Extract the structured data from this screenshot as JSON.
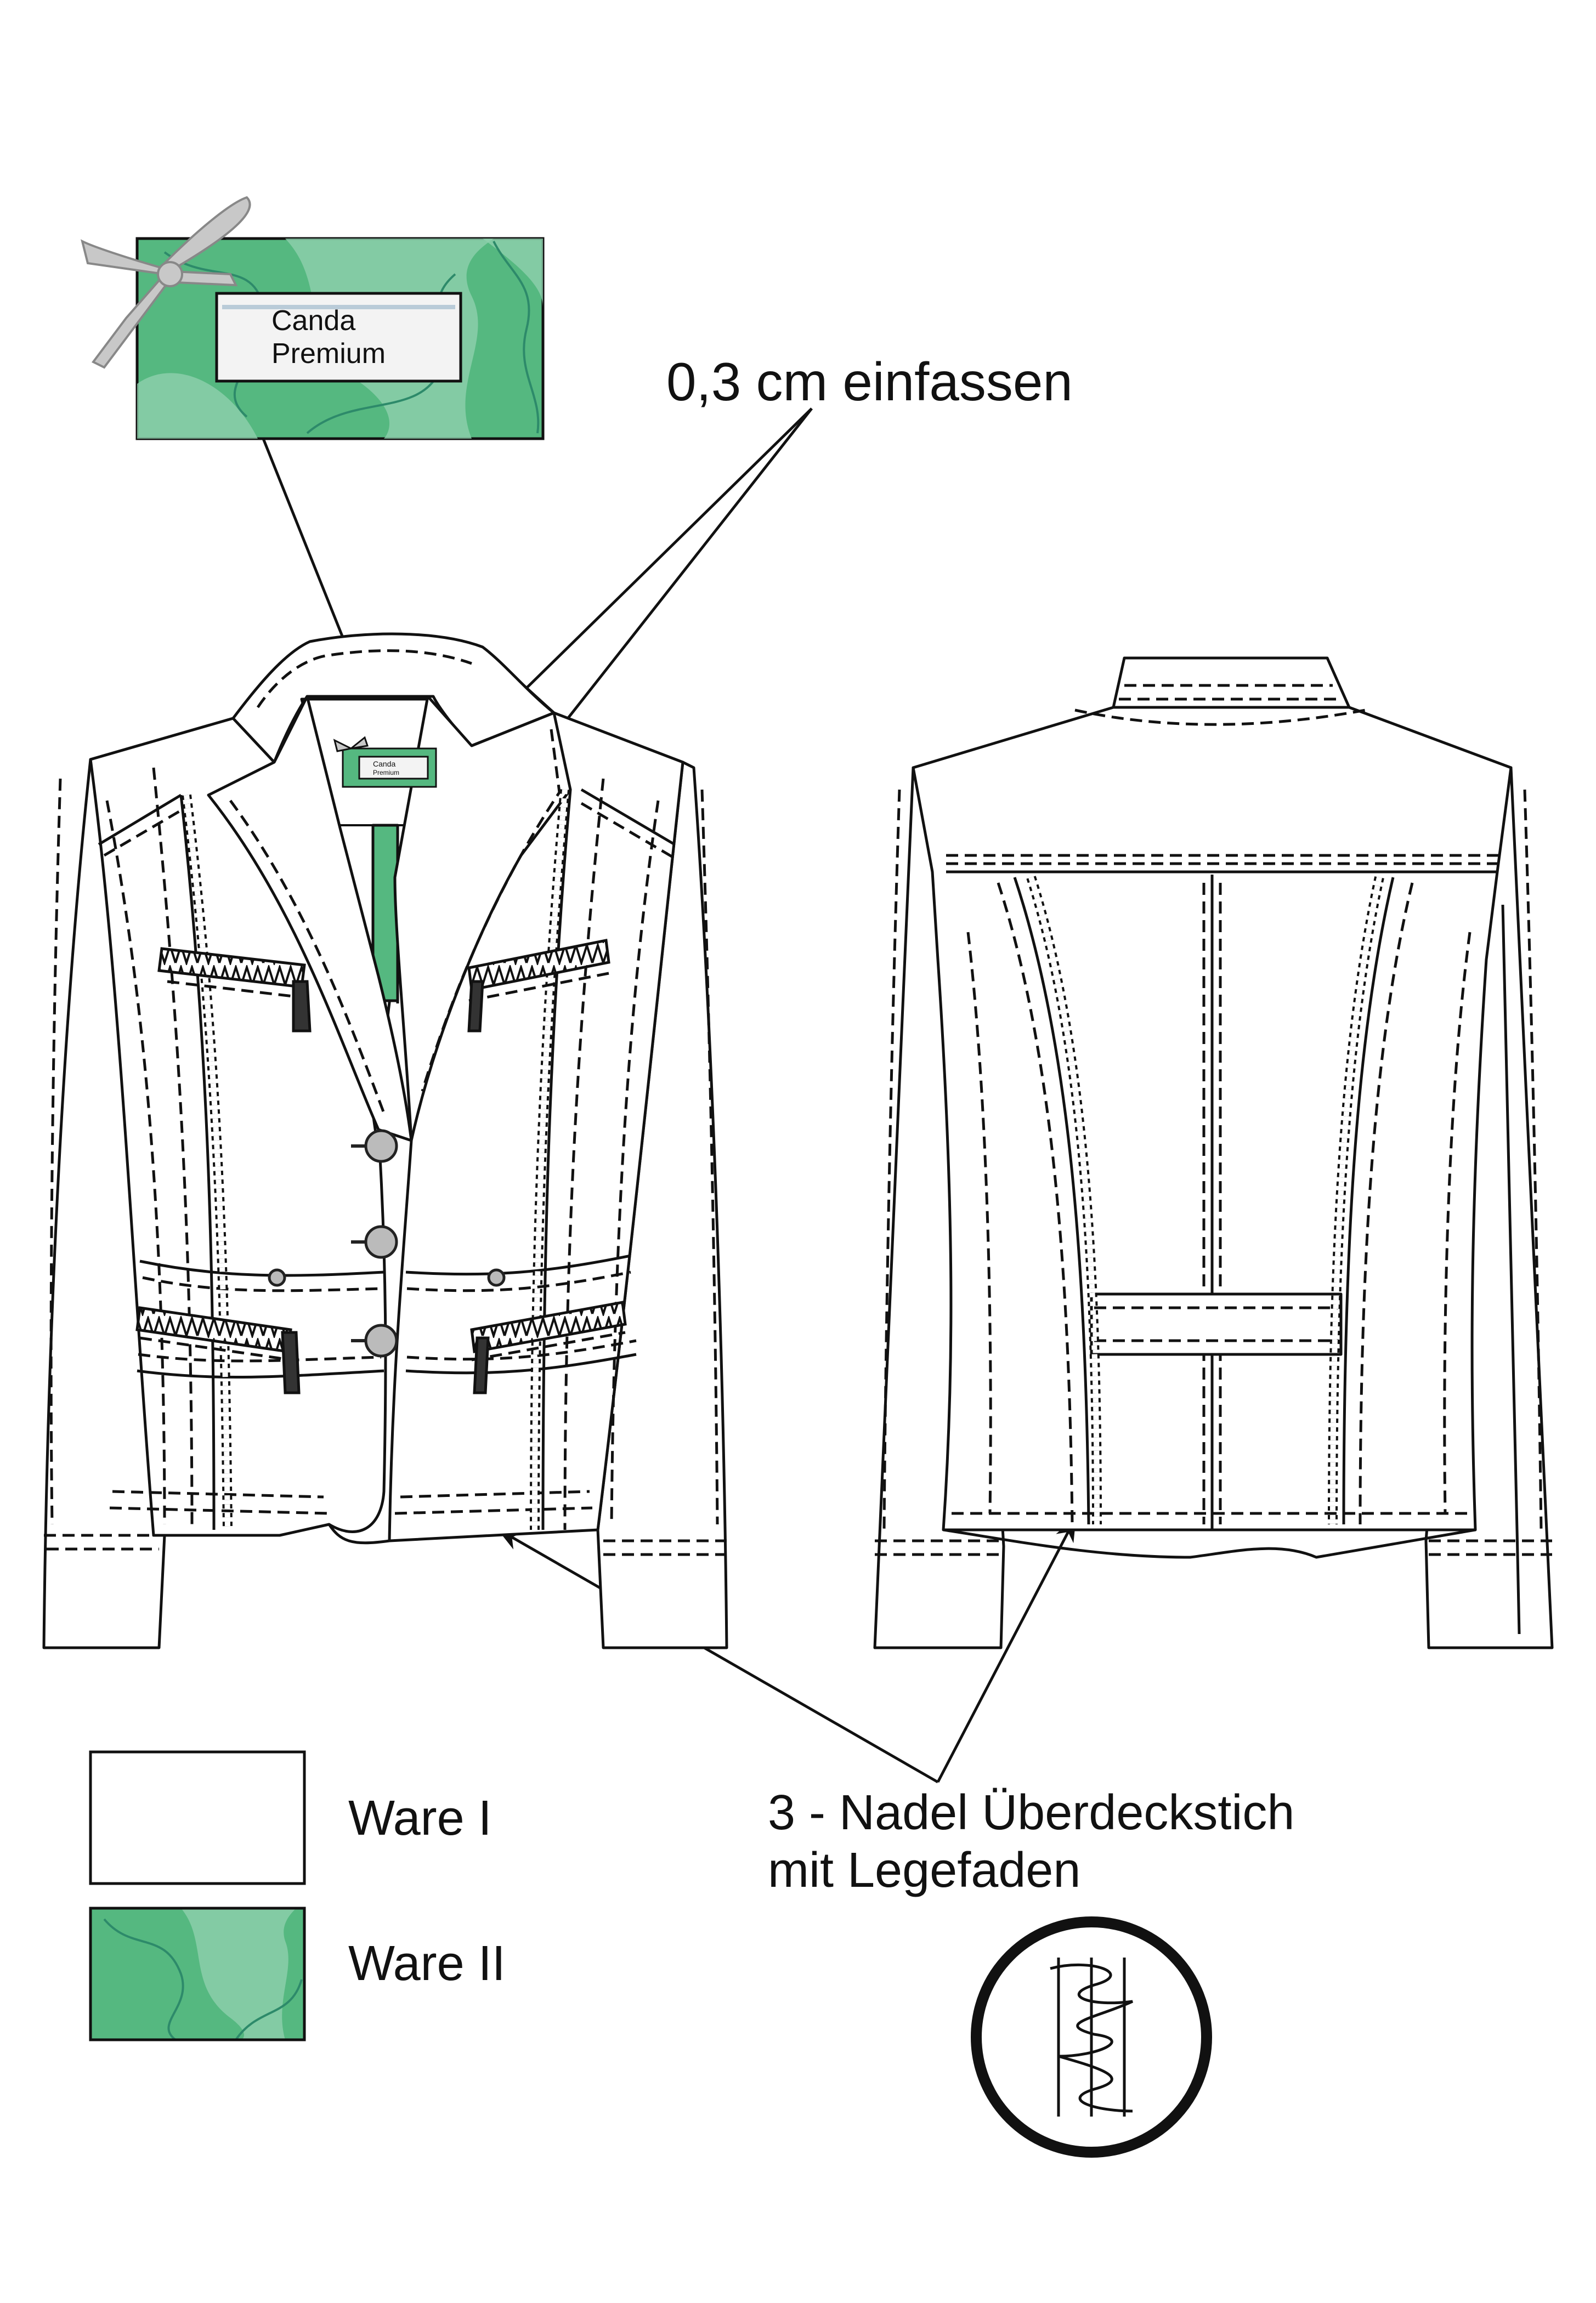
{
  "annotations": {
    "binding": "0,3 cm einfassen",
    "stitch_line1": "3 - Nadel Überdeckstich",
    "stitch_line2": "mit Legefaden"
  },
  "label_tag": {
    "line1": "Canda",
    "line2": "Premium"
  },
  "legend": [
    {
      "label": "Ware I",
      "fill": "#ffffff"
    },
    {
      "label": "Ware II",
      "fill": "#55b880"
    }
  ],
  "colors": {
    "ware2_green": "#55b880",
    "ware2_light": "#8fd0ad",
    "swirl": "#2d8a6a",
    "bow_grey": "#c8c8c8",
    "line": "#111111"
  },
  "icons": [
    "bow-icon",
    "button-icon",
    "stitch-symbol-icon",
    "arrow-icon"
  ]
}
